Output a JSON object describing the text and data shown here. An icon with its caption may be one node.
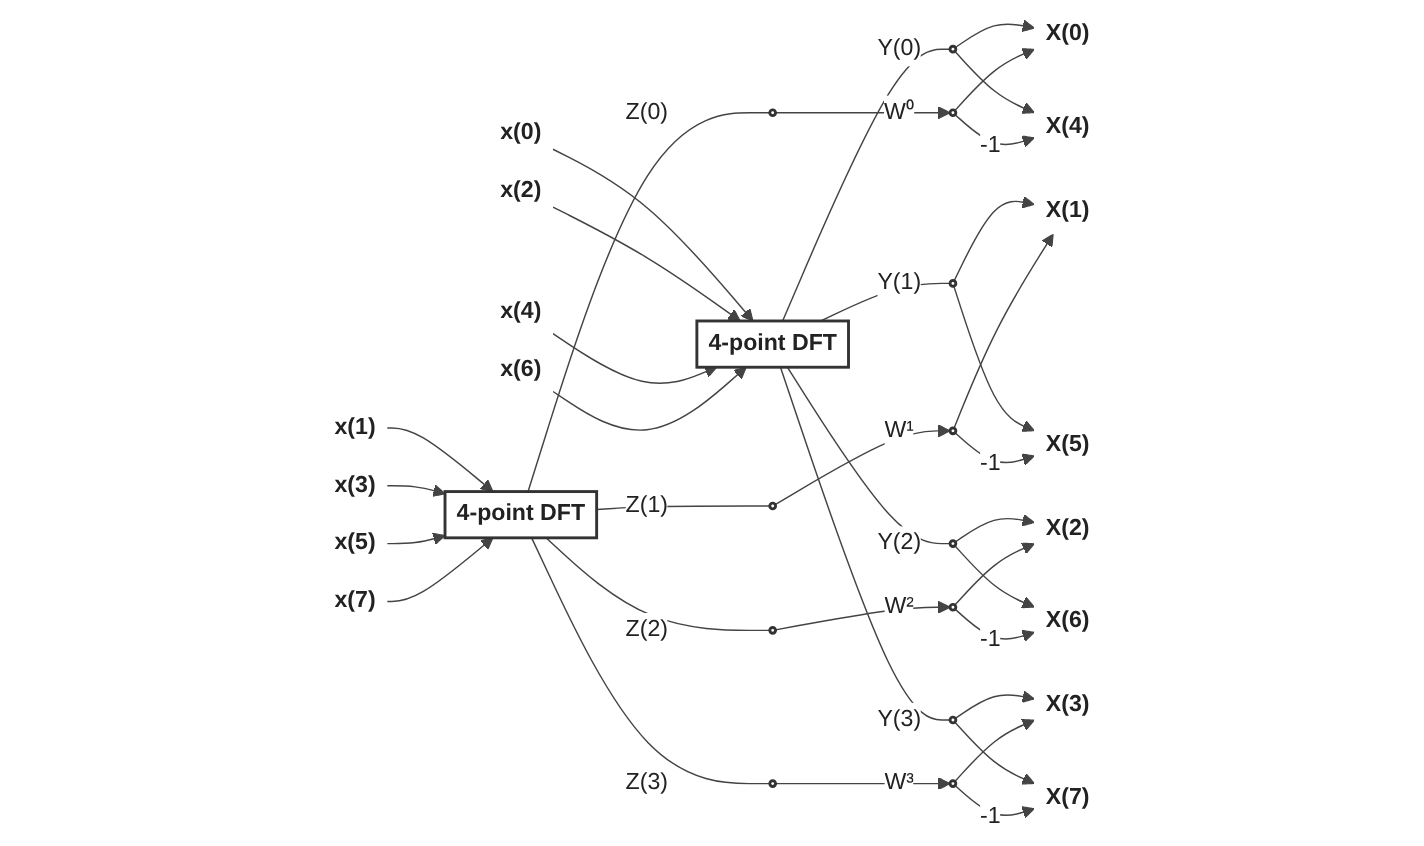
{
  "diagram": {
    "nodes": [
      {
        "text": [
          "x(0)"
        ]
      },
      {
        "text": [
          "x(2)"
        ]
      },
      {
        "text": [
          "x(4)"
        ]
      },
      {
        "text": [
          "x(6)"
        ]
      },
      {
        "text": [
          "4-point DFT"
        ]
      },
      {
        "text": [],
        "shape": "circle"
      },
      {
        "text": [],
        "shape": "circle"
      },
      {
        "text": [],
        "shape": "circle"
      },
      {
        "text": [],
        "shape": "circle"
      },
      {
        "text": [
          "X(0)"
        ]
      },
      {
        "text": [
          "X(1)"
        ]
      },
      {
        "text": [
          "X(2)"
        ]
      },
      {
        "text": [
          "X(3)"
        ]
      },
      {
        "text": [
          "x(1)"
        ]
      },
      {
        "text": [
          "x(3)"
        ]
      },
      {
        "text": [
          "x(5)"
        ]
      },
      {
        "text": [
          "x(7)"
        ]
      },
      {
        "text": [
          "4-point DFT"
        ]
      },
      {
        "text": [],
        "shape": "circle"
      },
      {
        "text": [],
        "shape": "circle"
      },
      {
        "text": [],
        "shape": "circle"
      },
      {
        "text": [],
        "shape": "circle"
      },
      {
        "text": [],
        "shape": "circle"
      },
      {
        "text": [],
        "shape": "circle"
      },
      {
        "text": [],
        "shape": "circle"
      },
      {
        "text": [],
        "shape": "circle"
      },
      {
        "text": [
          "X(4)"
        ]
      },
      {
        "text": [
          "X(5)"
        ]
      },
      {
        "text": [
          "X(6)"
        ]
      },
      {
        "text": [
          "X(7)"
        ]
      }
    ],
    "edges": [
      {
        "from": 0,
        "to": 4,
        "arrow": "to"
      },
      {
        "from": 1,
        "to": 4,
        "arrow": "to"
      },
      {
        "from": 2,
        "to": 4,
        "arrow": "to"
      },
      {
        "from": 3,
        "to": 4,
        "arrow": "to"
      },
      {
        "from": 4,
        "to": 5,
        "arrow": "none",
        "label": "Y(0)"
      },
      {
        "from": 4,
        "to": 6,
        "arrow": "none",
        "label": "Y(1)"
      },
      {
        "from": 4,
        "to": 7,
        "arrow": "none",
        "label": "Y(2)"
      },
      {
        "from": 4,
        "to": 8,
        "arrow": "none",
        "label": "Y(3)"
      },
      {
        "from": 13,
        "to": 17,
        "arrow": "to"
      },
      {
        "from": 14,
        "to": 17,
        "arrow": "to"
      },
      {
        "from": 15,
        "to": 17,
        "arrow": "to"
      },
      {
        "from": 16,
        "to": 17,
        "arrow": "to"
      },
      {
        "from": 17,
        "to": 18,
        "arrow": "none",
        "label": "Z(0)"
      },
      {
        "from": 17,
        "to": 19,
        "arrow": "none",
        "label": "Z(1)"
      },
      {
        "from": 17,
        "to": 20,
        "arrow": "none",
        "label": "Z(2)"
      },
      {
        "from": 17,
        "to": 21,
        "arrow": "none",
        "label": "Z(3)"
      },
      {
        "from": 18,
        "to": 22,
        "arrow": "to",
        "label": "W⁰"
      },
      {
        "from": 19,
        "to": 23,
        "arrow": "to",
        "label": "W¹"
      },
      {
        "from": 20,
        "to": 24,
        "arrow": "to",
        "label": "W²"
      },
      {
        "from": 21,
        "to": 25,
        "arrow": "to",
        "label": "W³"
      },
      {
        "from": 5,
        "to": 9,
        "arrow": "to"
      },
      {
        "from": 5,
        "to": 26,
        "arrow": "to"
      },
      {
        "from": 6,
        "to": 10,
        "arrow": "to"
      },
      {
        "from": 6,
        "to": 27,
        "arrow": "to"
      },
      {
        "from": 7,
        "to": 11,
        "arrow": "to"
      },
      {
        "from": 7,
        "to": 28,
        "arrow": "to"
      },
      {
        "from": 8,
        "to": 12,
        "arrow": "to"
      },
      {
        "from": 8,
        "to": 29,
        "arrow": "to"
      },
      {
        "from": 22,
        "to": 9,
        "arrow": "to"
      },
      {
        "from": 22,
        "to": 26,
        "arrow": "to",
        "label": "-1"
      },
      {
        "from": 23,
        "to": 10,
        "arrow": "to"
      },
      {
        "from": 23,
        "to": 27,
        "arrow": "to",
        "label": "-1"
      },
      {
        "from": 24,
        "to": 11,
        "arrow": "to"
      },
      {
        "from": 24,
        "to": 28,
        "arrow": "to",
        "label": "-1"
      },
      {
        "from": 25,
        "to": 12,
        "arrow": "to"
      },
      {
        "from": 25,
        "to": 29,
        "arrow": "to",
        "label": "-1"
      }
    ]
  }
}
